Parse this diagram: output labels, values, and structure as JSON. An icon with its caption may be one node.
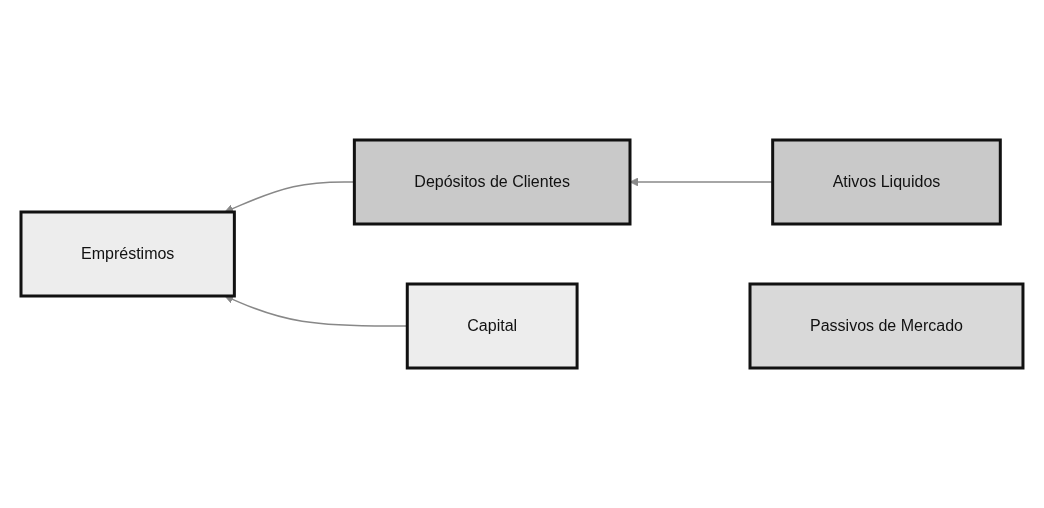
{
  "diagram": {
    "nodes": [
      {
        "text": [
          "Ativos Liquidos"
        ]
      },
      {
        "text": [
          "Empréstimos"
        ]
      },
      {
        "text": [
          "Passivos de Mercado"
        ]
      },
      {
        "text": [
          "Depósitos de Clientes"
        ]
      },
      {
        "text": [
          "Capital"
        ]
      }
    ],
    "edges": [
      {
        "from": 0,
        "to": 3,
        "arrow": "to"
      },
      {
        "from": 3,
        "to": 1,
        "arrow": "to"
      },
      {
        "from": 4,
        "to": 1,
        "arrow": "to"
      }
    ]
  }
}
